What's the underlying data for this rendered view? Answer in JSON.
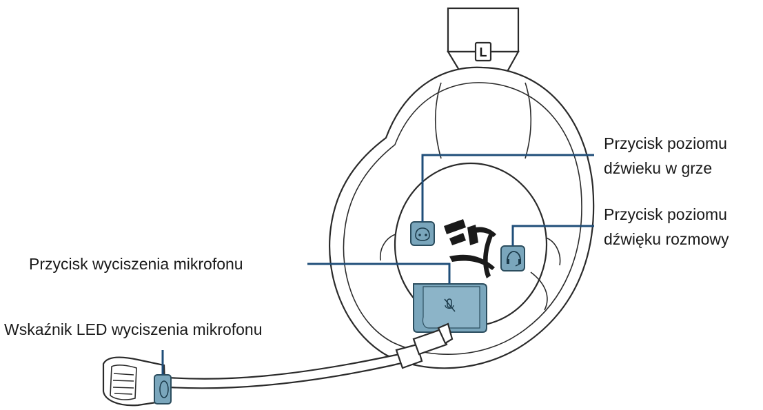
{
  "diagram": {
    "headband_letter": "L",
    "callouts": {
      "game_volume": {
        "line1": "Przycisk poziomu",
        "line2": "dźwieku w grze"
      },
      "chat_volume": {
        "line1": "Przycisk poziomu",
        "line2": "dźwięku rozmowy"
      },
      "mic_mute": {
        "text": "Przycisk wyciszenia mikrofonu"
      },
      "mic_led": {
        "text": "Wskaźnik LED wyciszenia mikrofonu"
      }
    },
    "colors": {
      "button_fill": "#7aa6bc",
      "callout_line": "#1f4e79"
    },
    "icons": [
      "game-volume-icon",
      "chat-volume-icon",
      "mic-mute-icon",
      "hyperx-logo-icon"
    ]
  }
}
